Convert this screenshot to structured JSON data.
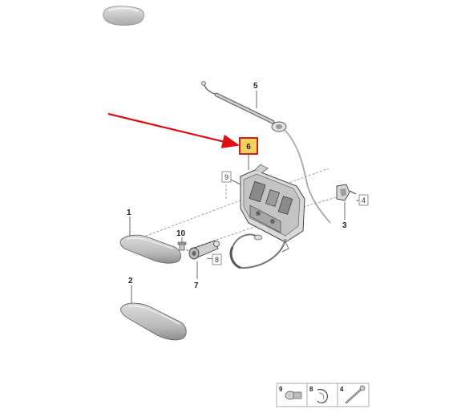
{
  "diagram": {
    "highlight": {
      "label": "6",
      "fill": "#f5d060",
      "border": "#cc1f1f"
    },
    "arrow_color": "#e01010",
    "labels": {
      "p1": "1",
      "p2": "2",
      "p3": "3",
      "p4": "4",
      "p5": "5",
      "p6": "6",
      "p7": "7",
      "p8": "8",
      "p9": "9",
      "p10": "10"
    },
    "fastener_table": [
      {
        "label": "9",
        "icon": "bolt-icon"
      },
      {
        "label": "8",
        "icon": "clip-icon"
      },
      {
        "label": "4",
        "icon": "screw-icon"
      }
    ]
  }
}
